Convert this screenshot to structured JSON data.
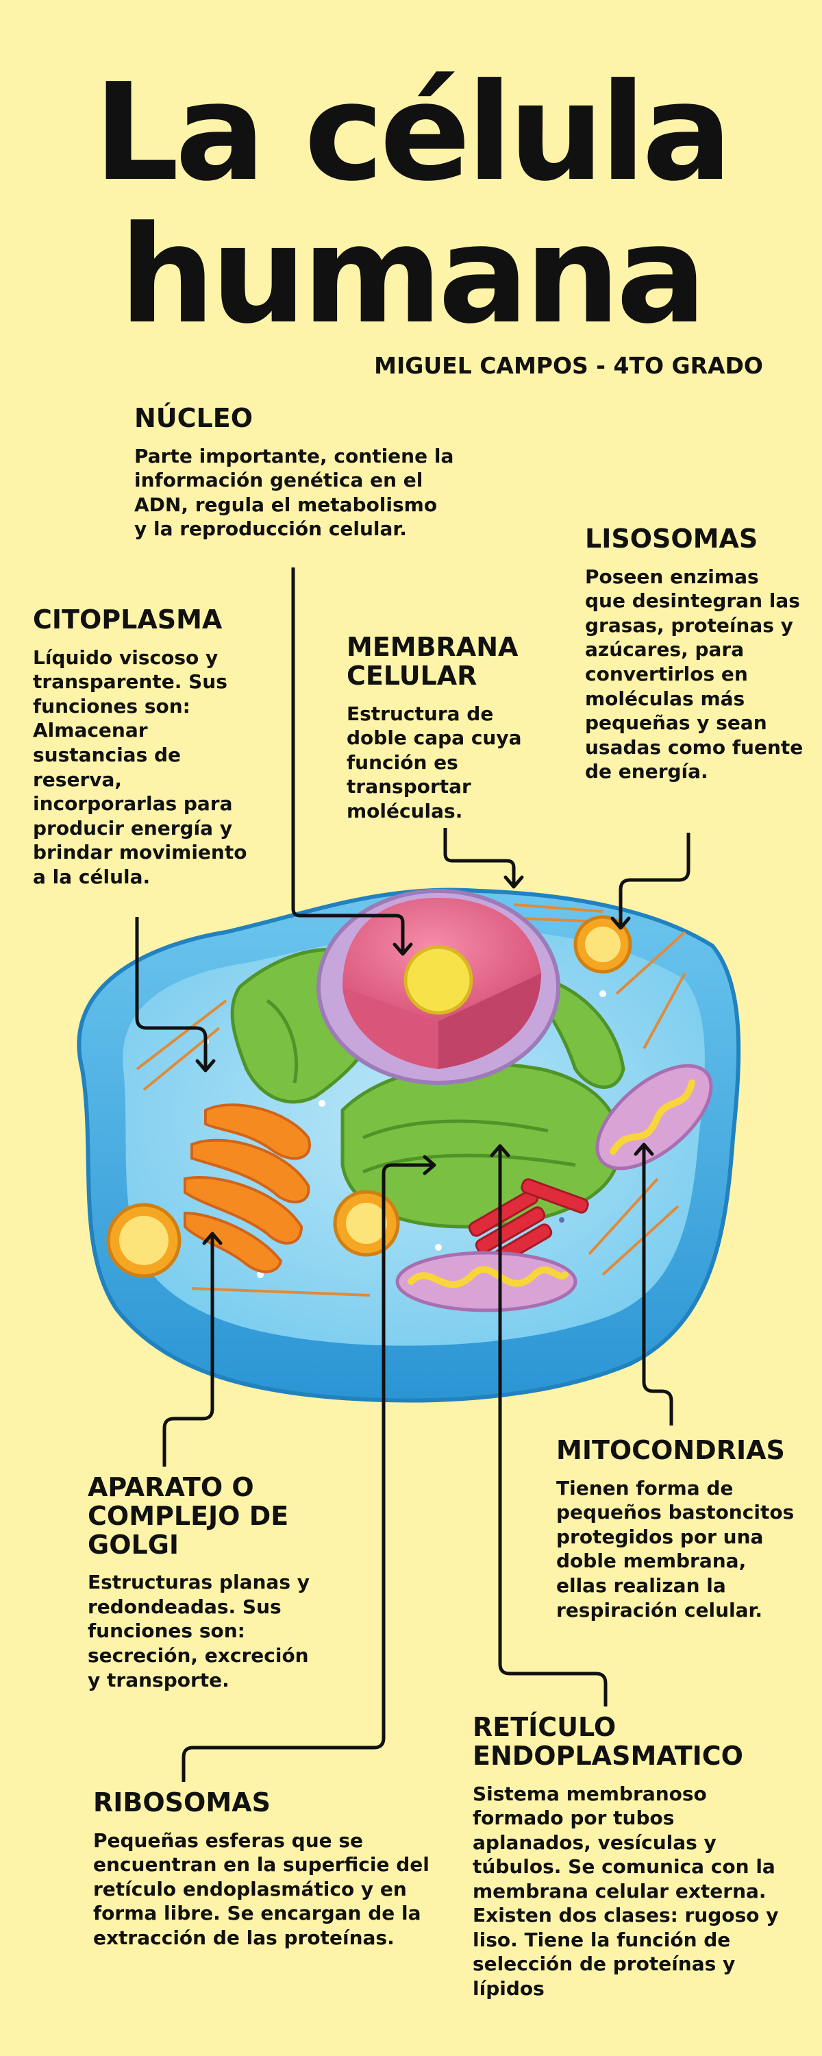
{
  "title_line1": "La célula",
  "title_line2": "humana",
  "author": "MIGUEL CAMPOS - 4TO GRADO",
  "nucleo": {
    "heading": "NÚCLEO",
    "text": "Parte importante, contiene la información genética en el ADN, regula el metabolismo y la reproducción celular."
  },
  "lisosomas": {
    "heading": "LISOSOMAS",
    "text": "Poseen enzimas que desintegran las grasas, proteínas y azúcares, para convertirlos en moléculas más pequeñas y sean usadas como fuente de energía."
  },
  "citoplasma": {
    "heading": "CITOPLASMA",
    "text": "Líquido viscoso y transparente. Sus funciones son: Almacenar sustancias de reserva, incorporarlas para producir energía y brindar movimiento a la célula."
  },
  "membrana": {
    "heading": "MEMBRANA CELULAR",
    "text": "Estructura de doble capa cuya función es transportar moléculas."
  },
  "mitocondrias": {
    "heading": "MITOCONDRIAS",
    "text": "Tienen forma de pequeños bastoncitos protegidos por una doble membrana, ellas realizan la respiración celular."
  },
  "golgi": {
    "heading": "APARATO O COMPLEJO DE GOLGI",
    "text": "Estructuras planas y redondeadas. Sus funciones son: secreción, excreción y transporte."
  },
  "reticulo": {
    "heading": "RETÍCULO ENDOPLASMATICO",
    "text": "Sistema membranoso formado por tubos aplanados, vesículas y túbulos. Se comunica con la membrana celular externa. Existen dos clases: rugoso y liso. Tiene la función de selección de proteínas y lípidos"
  },
  "ribosomas": {
    "heading": "RIBOSOMAS",
    "text": "Pequeñas esferas que se encuentran en la superficie del retículo endoplasmático y en forma libre. Se encargan de la extracción de las proteínas."
  },
  "colors": {
    "background": "#fdf4a9",
    "cell_outer": "#3fb0e3",
    "cell_inner": "#8ad3f0",
    "nucleus": "#ea6f8f",
    "nucleolus": "#f8e24a",
    "er_green": "#79c043",
    "golgi_orange": "#f58a21",
    "mitochondria": "#d9a3d6"
  }
}
